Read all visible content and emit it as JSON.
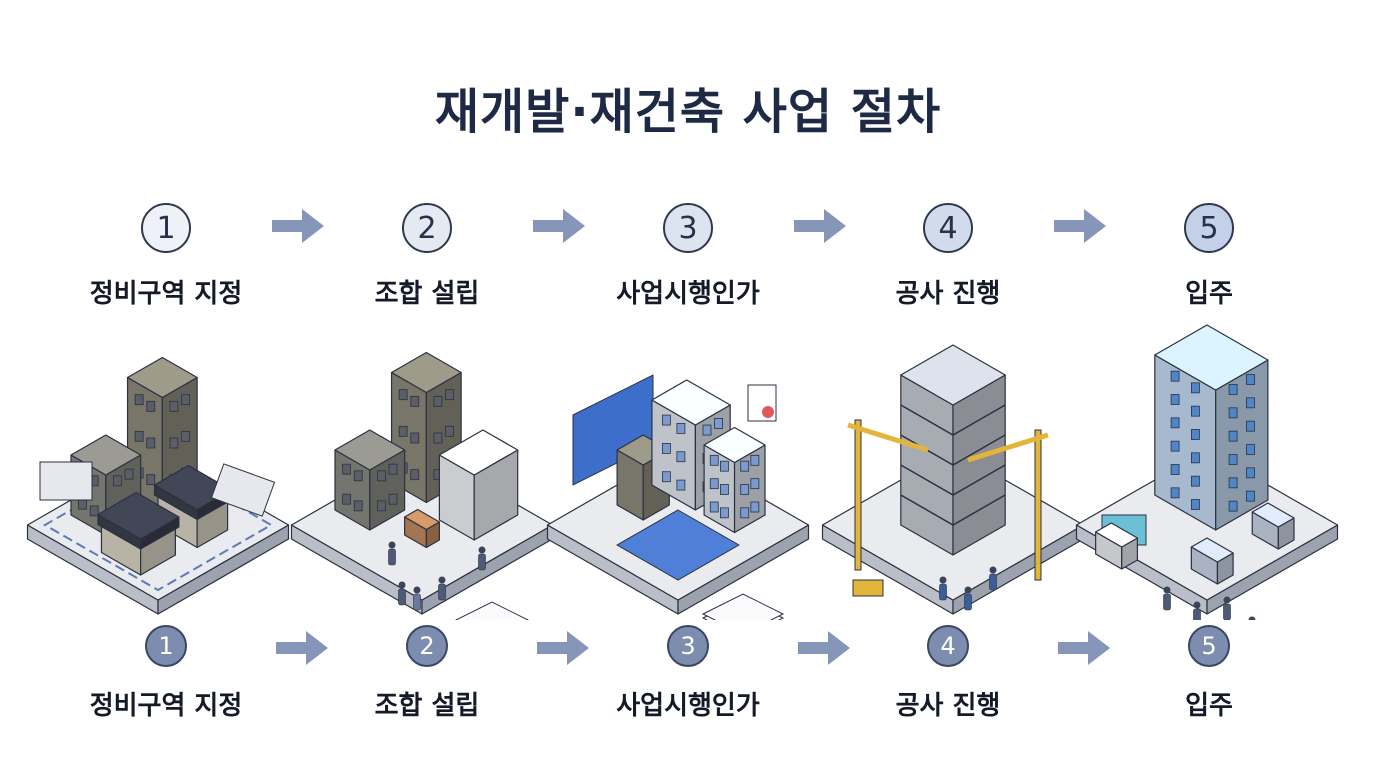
{
  "title": "재개발·재건축 사업 절차",
  "steps": [
    {
      "number": "1",
      "label": "정비구역 지정",
      "circle_fill": "#eef1f7"
    },
    {
      "number": "2",
      "label": "조합 설립",
      "circle_fill": "#e5e9f2"
    },
    {
      "number": "3",
      "label": "사업시행인가",
      "circle_fill": "#dde3ef"
    },
    {
      "number": "4",
      "label": "공사 진행",
      "circle_fill": "#d2dbeb"
    },
    {
      "number": "5",
      "label": "입주",
      "circle_fill": "#c3d0e7"
    }
  ],
  "colors": {
    "arrow": "#8696b8",
    "bottom_circle": "#7d8db0",
    "title": "#1e2a45"
  }
}
